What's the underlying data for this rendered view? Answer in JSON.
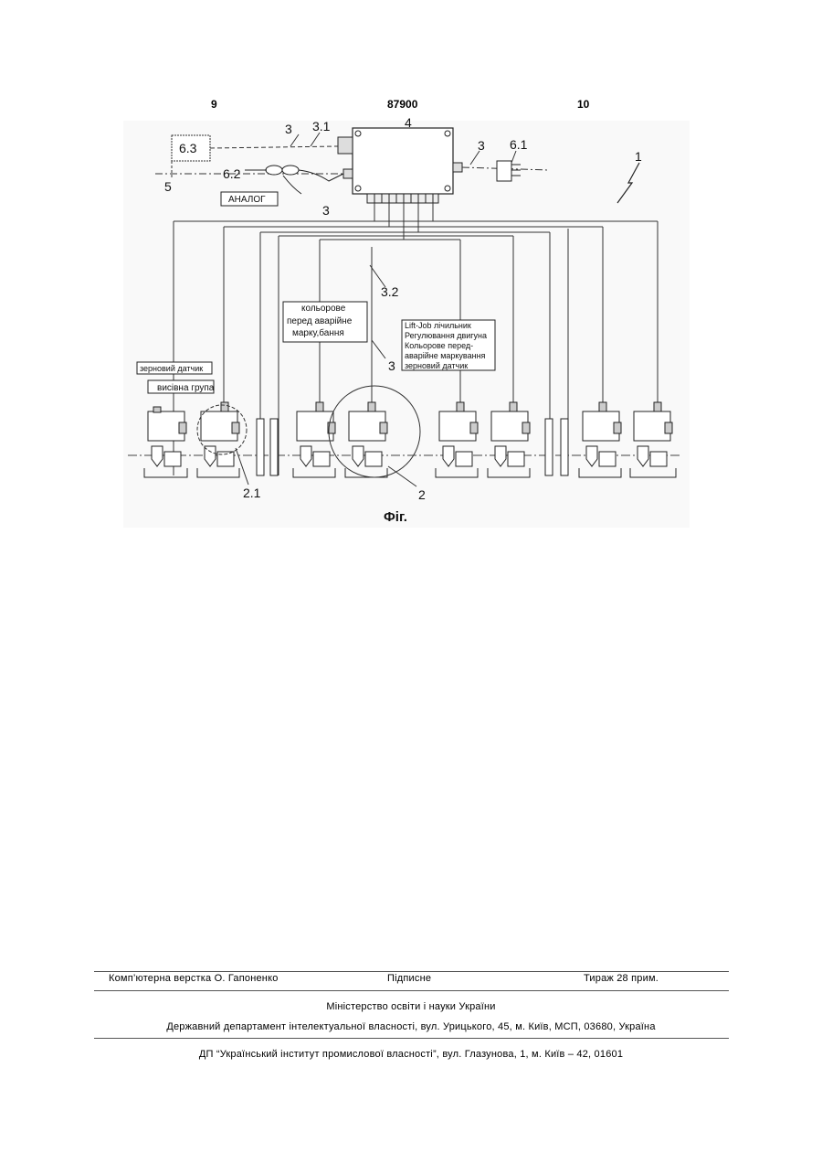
{
  "header": {
    "left_page": "9",
    "doc_number": "87900",
    "right_page": "10"
  },
  "figure": {
    "labels": {
      "l_6_3": "6.3",
      "l_5": "5",
      "l_6_2": "6.2",
      "l_3_top": "3",
      "l_3_1": "3.1",
      "l_4": "4",
      "l_3_right": "3",
      "l_6_1": "6.1",
      "l_1": "1",
      "l_3_mid": "3",
      "l_3_2": "3.2",
      "l_3_lower": "3",
      "l_2_1": "2.1",
      "l_2": "2"
    },
    "analog_box": "АНАЛОГ",
    "box_colour_marking": [
      "кольорове",
      "перед аварійне",
      "марку,бання"
    ],
    "box_right_list": [
      "Lift-Job лічильник",
      "Регулювання двигуна",
      "Кольорове перед-",
      "аварійне маркування",
      "зерновий датчик"
    ],
    "box_grain_sensor": "зерновий датчик",
    "box_hanging_group": "висівна група",
    "caption": "Фіг."
  },
  "footer": {
    "layout_by": "Комп’ютерна верстка О. Гапоненко",
    "signed": "Підписне",
    "circulation": "Тираж 28 прим.",
    "ministry": "Міністерство освіти і науки України",
    "department": "Державний департамент інтелектуальної власності, вул. Урицького, 45, м. Київ, МСП, 03680, Україна",
    "institute": "ДП “Український інститут промислової власності”, вул. Глазунова, 1, м. Київ – 42, 01601"
  }
}
